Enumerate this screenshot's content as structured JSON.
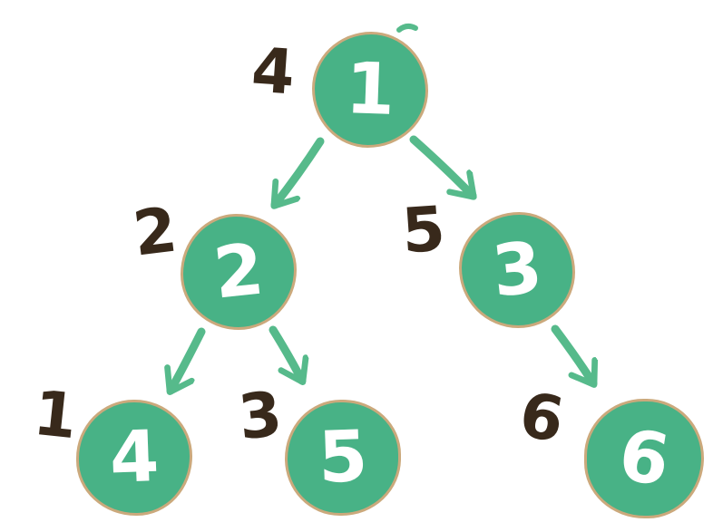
{
  "colors": {
    "background": "#ffffff",
    "node_fill": "#48B286",
    "node_text": "#ffffff",
    "node_outline": "#CBA97C",
    "arrow": "#56BA8B",
    "label_text": "#38291B"
  },
  "tree": {
    "nodes": [
      {
        "value": "1",
        "order_label": "4"
      },
      {
        "value": "2",
        "order_label": "2"
      },
      {
        "value": "3",
        "order_label": "5"
      },
      {
        "value": "4",
        "order_label": "1"
      },
      {
        "value": "5",
        "order_label": "3"
      },
      {
        "value": "6",
        "order_label": "6"
      }
    ],
    "edges": [
      {
        "from": "1",
        "to": "2"
      },
      {
        "from": "1",
        "to": "3"
      },
      {
        "from": "2",
        "to": "4"
      },
      {
        "from": "2",
        "to": "5"
      },
      {
        "from": "3",
        "to": "6"
      }
    ]
  }
}
